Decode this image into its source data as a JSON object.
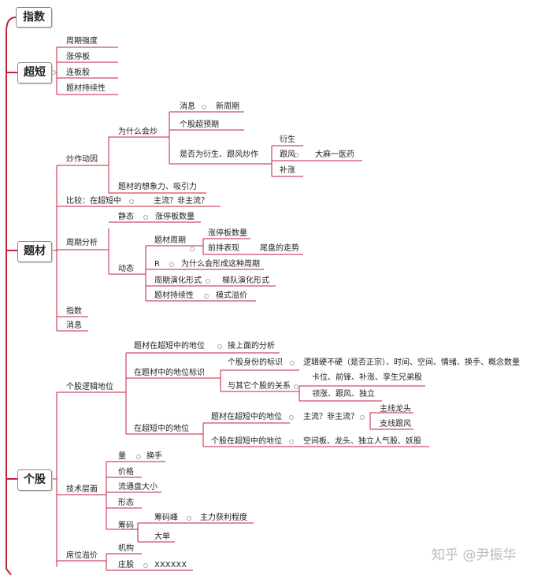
{
  "main_topics": [
    "指数",
    "超短",
    "题材",
    "个股"
  ],
  "chaoduan": [
    "周期强度",
    "涨停板",
    "连板股",
    "题材持续性"
  ],
  "ticai": {
    "chaozuo": "炒作动因",
    "why": "为什么会炒",
    "news": "消息",
    "new_cycle": "新周期",
    "stock_exp": "个股超预期",
    "derive_q": "是否为衍生、跟风炒作",
    "derive": "衍生",
    "follow": "跟风",
    "follow_ex": "大麻一医药",
    "buzhang": "补涨",
    "imagination": "题材的想象力、吸引力",
    "compare": "比较：在超短中",
    "mainstream": "主流？非主流？",
    "cycle_analysis": "周期分析",
    "static": "静态",
    "zt_count": "涨停板数量",
    "dynamic": "动态",
    "ticai_cycle": "题材周期",
    "zt_count2": "涨停板数量",
    "front_row": "前排表现",
    "tail": "尾盘的走势",
    "r": "R",
    "why_form": "为什么会形成这种周期",
    "cycle_evolve": "周期演化形式",
    "echelon": "梯队演化形式",
    "persist": "题材持续性",
    "mode_premium": "模式溢价",
    "index": "指数",
    "news2": "消息"
  },
  "gegu": {
    "logic": "个股逻辑地位",
    "pos_in_chaoduan": "题材在超短中的地位",
    "above": "接上面的分析",
    "pos_in_ticai": "在题材中的地位标识",
    "identity": "个股身份的标识",
    "identity_detail": "逻辑硬不硬（是否正宗）、时间、空间、情绪、换手、概念数量",
    "relation": "与其它个股的关系",
    "relation1": "卡位、前锋、补涨、孪生兄弟股",
    "relation2": "领涨、跟风、独立",
    "pos_in_super": "在超短中的地位",
    "ticai_pos": "题材在超短中的地位",
    "main_q": "主流？非主流？",
    "main_dragon": "主线龙头",
    "branch": "支线跟风",
    "stock_pos": "个股在超短中的地位",
    "stock_pos_detail": "空间板、龙头、独立人气股、妖股",
    "tech": "技术层面",
    "volume": "量",
    "turnover": "换手",
    "price": "价格",
    "cap": "流通盘大小",
    "shape": "形态",
    "chips": "筹码",
    "peak": "筹码峰",
    "profit": "主力获利程度",
    "big": "大单",
    "seat": "席位溢价",
    "inst": "机构",
    "dealer": "庄股",
    "xx": "XXXXXX"
  },
  "watermark": "知乎 @尹振华"
}
